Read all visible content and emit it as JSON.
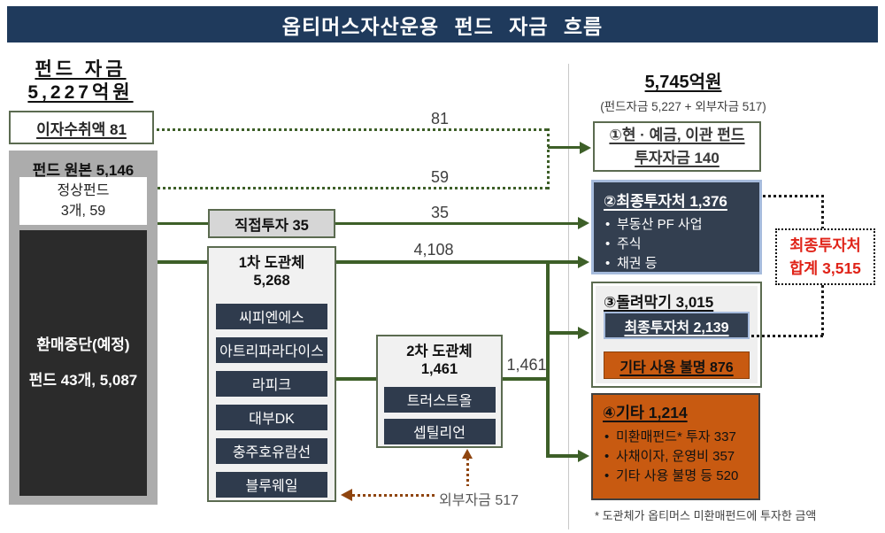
{
  "title": "옵티머스자산운용 펀드 자금 흐름",
  "left": {
    "heading_line1": "펀드 자금",
    "heading_line2": "5,227억원",
    "interest_box": "이자수취액 81",
    "principal_label": "펀드 원본 5,146",
    "normal_fund_line1": "정상펀드",
    "normal_fund_line2": "3개, 59",
    "suspended_line1": "환매중단(예정)",
    "suspended_line2": "펀드 43개, 5,087"
  },
  "middle": {
    "direct_invest": "직접투자 35",
    "conduit1_title": "1차 도관체",
    "conduit1_amount": "5,268",
    "conduit1_items": [
      "씨피엔에스",
      "아트리파라다이스",
      "라피크",
      "대부DK",
      "충주호유람선",
      "블루웨일"
    ],
    "conduit2_title": "2차 도관체",
    "conduit2_amount": "1,461",
    "conduit2_items": [
      "트러스트올",
      "셉틸리언"
    ],
    "external_fund": "외부자금 517"
  },
  "flows": {
    "interest": "81",
    "normal": "59",
    "direct": "35",
    "conduit1_out": "4,108",
    "conduit2_out": "1,461"
  },
  "right": {
    "heading": "5,745억원",
    "subheading": "(펀드자금 5,227 + 외부자금 517)",
    "box1_line1": "①현 · 예금, 이관 펀드",
    "box1_line2": "투자자금 140",
    "box2_title": "②최종투자처 1,376",
    "box2_items": [
      "부동산 PF 사업",
      "주식",
      "채권 등"
    ],
    "box3_title": "③돌려막기 3,015",
    "box3_final": "최종투자처 2,139",
    "box3_unknown": "기타 사용 불명 876",
    "box4_title": "④기타 1,214",
    "box4_items": [
      "미환매펀드* 투자 337",
      "사채이자, 운영비 357",
      "기타 사용 불명 등 520"
    ],
    "total_line1": "최종투자처",
    "total_line2": "합계 3,515",
    "footnote": "* 도관체가 옵티머스 미환매펀드에 투자한 금액"
  },
  "colors": {
    "title_bar": "#1f3a5c",
    "flow_green": "#3d5f28",
    "navy_box": "#333f50",
    "navy_border": "#a6bbdc",
    "orange": "#c85a11",
    "red_text": "#e02318",
    "brown_dotted": "#8f450f",
    "gray_container": "#acacac",
    "dark_box": "#2b2b2b"
  }
}
